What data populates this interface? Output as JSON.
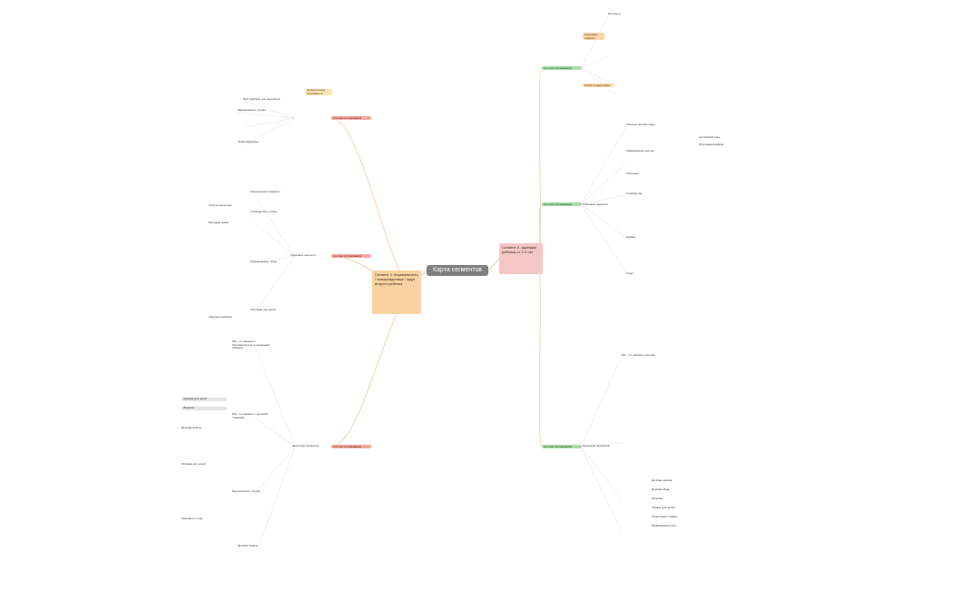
{
  "root": "Карта сегментов",
  "segment1": "Сегмент 1. беременность / новорожденные / ждут второго ребенка",
  "segment2": "Сегмент 2. один/два ребенка от 2-3 лет",
  "left": {
    "b1": "4-я этап тестирования",
    "b1_sub": [
      "Приоритетные потребности",
      "Все подборки для родителей",
      "Беременность и роды",
      "Новорожденные"
    ],
    "b2": "4-я этап тестирования",
    "b2_label": "Ключевые ценности",
    "b2_sub": [
      "Натуральные продукты",
      "Сообщества о семье",
      "Молодые мамы",
      "Беременность, роды",
      "Ресторан для детей",
      "Здоровье ребенка",
      "Уход за малышом"
    ],
    "b3": "4-я этап тестирования",
    "b3_label": "Категории интересов",
    "b3_sub": [
      "Все, что связано с беременностью и ожиданием ребенка",
      "Все, что связано с детскими товарами",
      "Беременность и роды",
      "Детские товары",
      "Одежда для детей",
      "Игрушки",
      "Детская мебель",
      "Питание для детей",
      "Здоровье и уход"
    ]
  },
  "right": {
    "b1": "4-я этап тестирования",
    "b1_sub": [
      "Ключевые запросы",
      "Интересы",
      "Поиск по аудитории"
    ],
    "b2": "4-я этап тестирования",
    "b2_label": "Ключевые ценности",
    "b2_sub": [
      "Частные детские сады",
      "Развивающие центры",
      "Обучение",
      "Сообщества",
      "Кружки",
      "Спорт",
      "Английский язык",
      "Программирование"
    ],
    "b3": "4-я этап тестирования",
    "b3_label": "Категории интересов",
    "b3_sub": [
      "Все, что связано с детьми",
      "Детская одежда",
      "Детская обувь",
      "Игрушки",
      "Товары для детей",
      "Спортивные товары",
      "Развивающие игры"
    ]
  }
}
